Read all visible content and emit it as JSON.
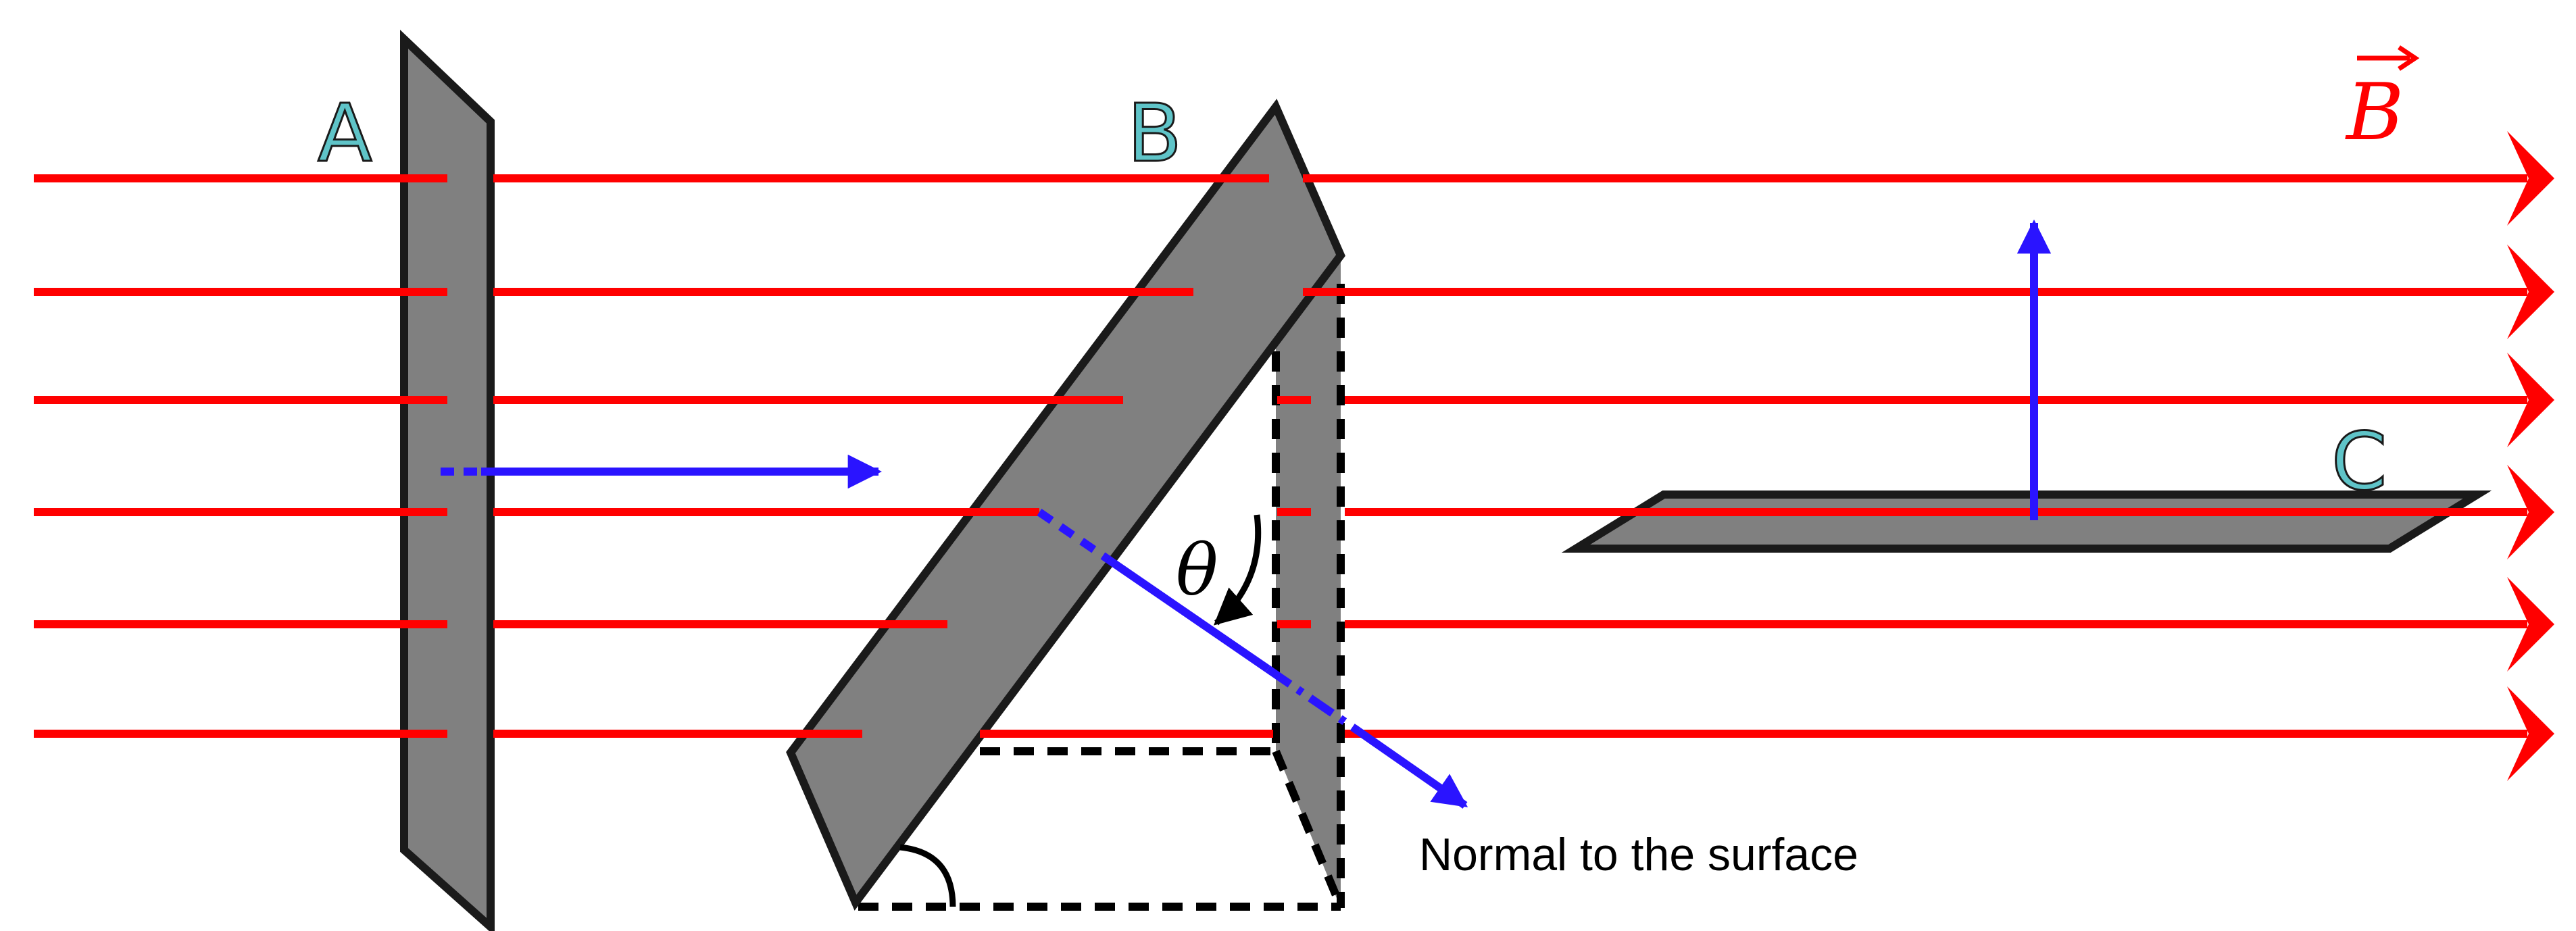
{
  "labels": {
    "plate_a": "A",
    "plate_b": "B",
    "plate_c": "C",
    "field": "B",
    "angle": "θ",
    "normal_caption": "Normal to the surface"
  },
  "colors": {
    "field_lines": "#ff0000",
    "normal_vectors": "#2a14ff",
    "plate_fill": "#808080",
    "plate_edge": "#1a1a1a",
    "plate_label": "#5fc4c8"
  }
}
